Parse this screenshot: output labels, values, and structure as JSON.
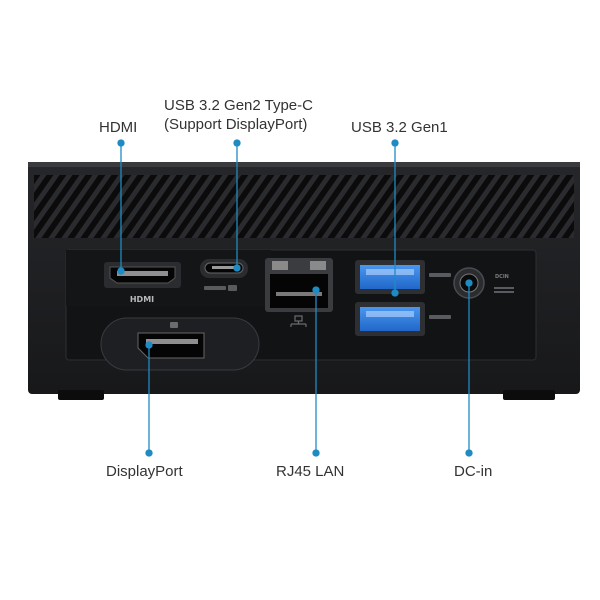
{
  "labels": {
    "hdmi": "HDMI",
    "usb_c_line1": "USB 3.2 Gen2 Type-C",
    "usb_c_line2": "(Support DisplayPort)",
    "usb_a": "USB 3.2 Gen1",
    "displayport": "DisplayPort",
    "rj45": "RJ45 LAN",
    "dc_in": "DC-in"
  },
  "port_markings": {
    "hdmi": "HDMI",
    "dcin": "DCIN"
  },
  "colors": {
    "accent": "#1e8bc3",
    "chassis": "#1a1b1d",
    "panel": "#111213",
    "usb_blue": "#2f7fe0"
  }
}
